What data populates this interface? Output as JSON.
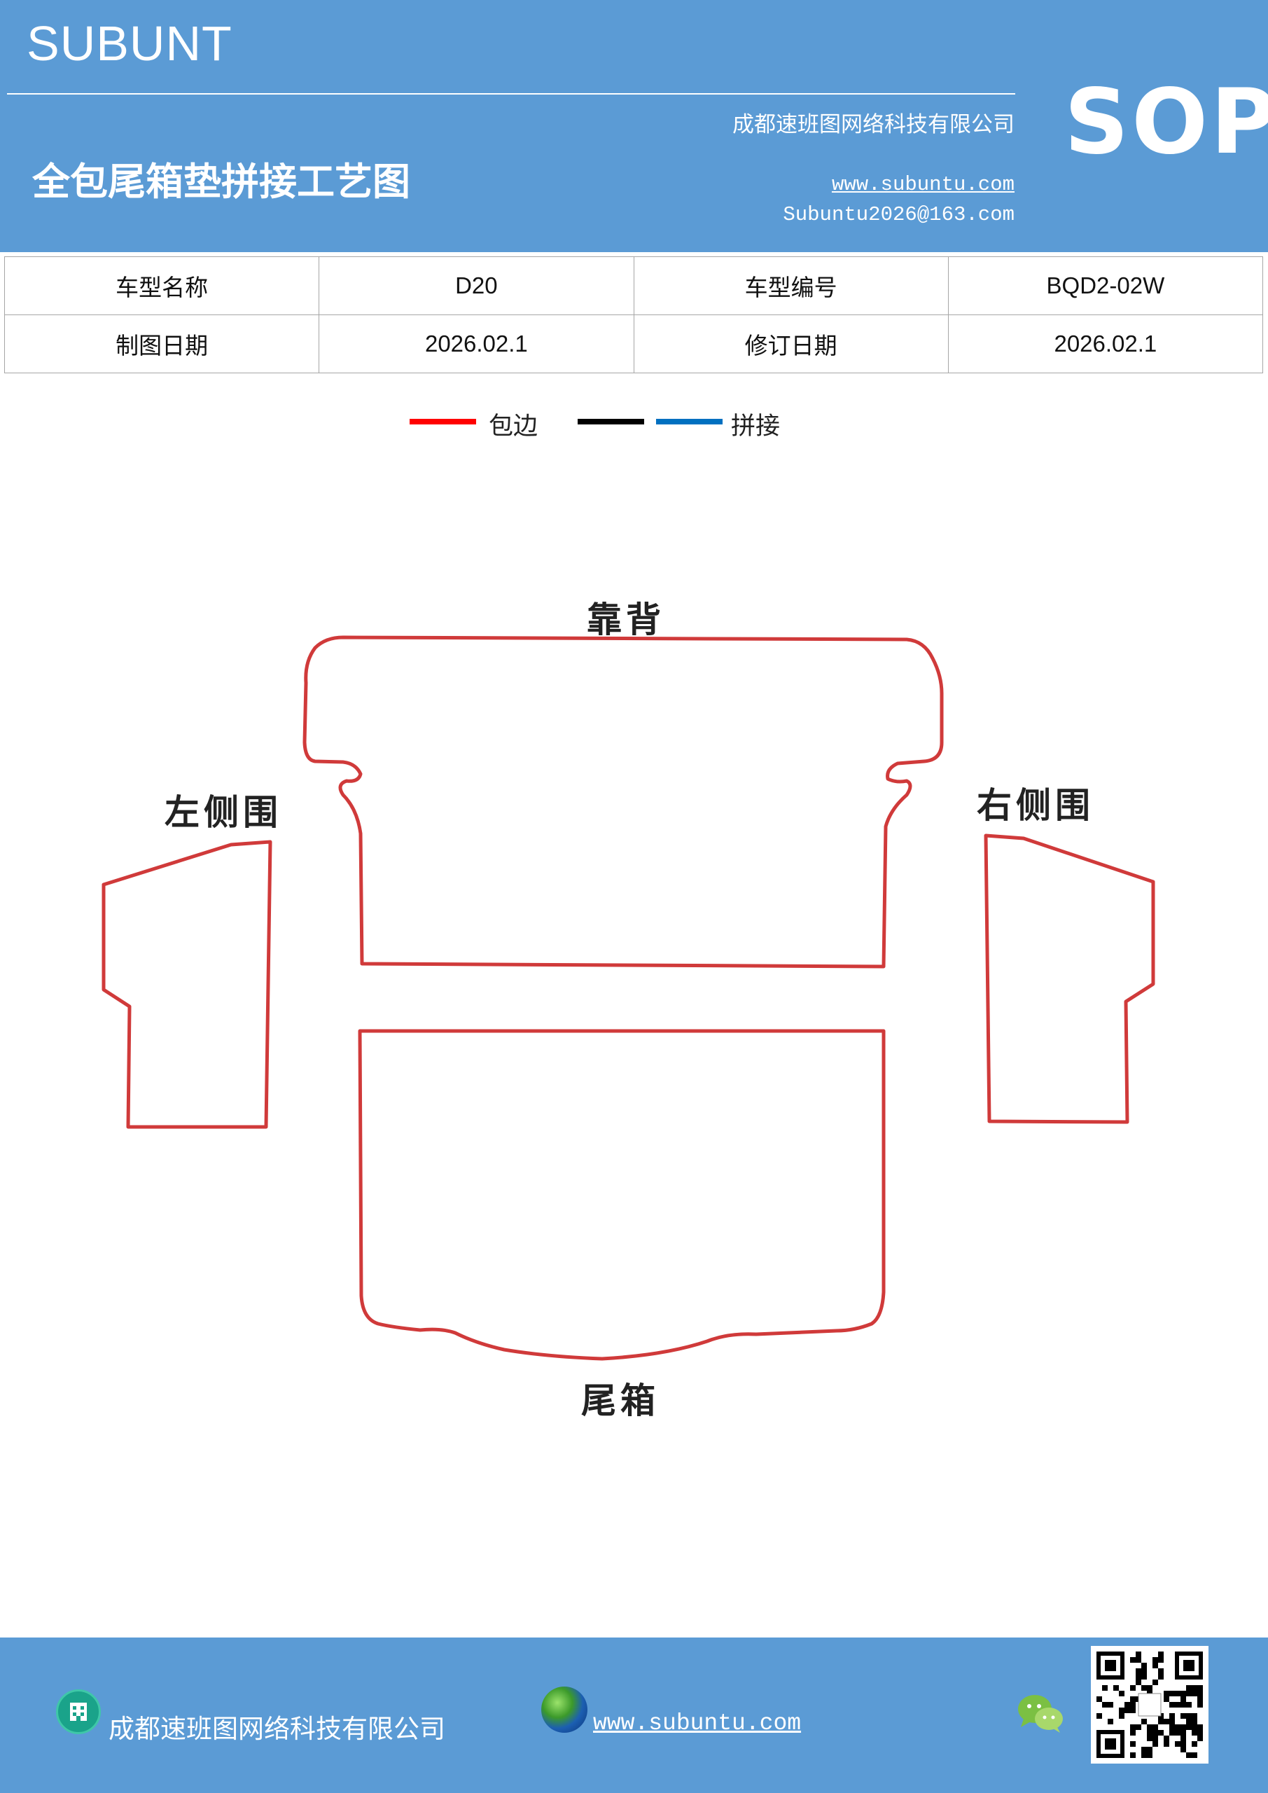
{
  "header": {
    "brand": "SUBUNT",
    "company": "成都速班图网络科技有限公司",
    "title": "全包尾箱垫拼接工艺图",
    "website": "www.subuntu.com",
    "email": "Subuntu2026@163.com",
    "badge": "SOP"
  },
  "info_table": {
    "rows": [
      [
        "车型名称",
        "D20",
        "车型编号",
        "BQD2-02W"
      ],
      [
        "制图日期",
        "2026.02.1",
        "修订日期",
        "2026.02.1"
      ]
    ]
  },
  "legend": {
    "items": [
      {
        "label": "包边",
        "color": "#ff0000"
      },
      {
        "label": "",
        "color": "#000000"
      },
      {
        "label": "拼接",
        "color": "#0070c0"
      }
    ]
  },
  "drawing": {
    "outline_color": "#d03a3a",
    "labels": {
      "backrest": "靠背",
      "left_side": "左侧围",
      "right_side": "右侧围",
      "trunk": "尾箱"
    }
  },
  "footer": {
    "company": "成都速班图网络科技有限公司",
    "website": "www.subuntu.com",
    "icons": [
      "building-icon",
      "globe-icon",
      "wechat-icon",
      "qr-code"
    ]
  }
}
